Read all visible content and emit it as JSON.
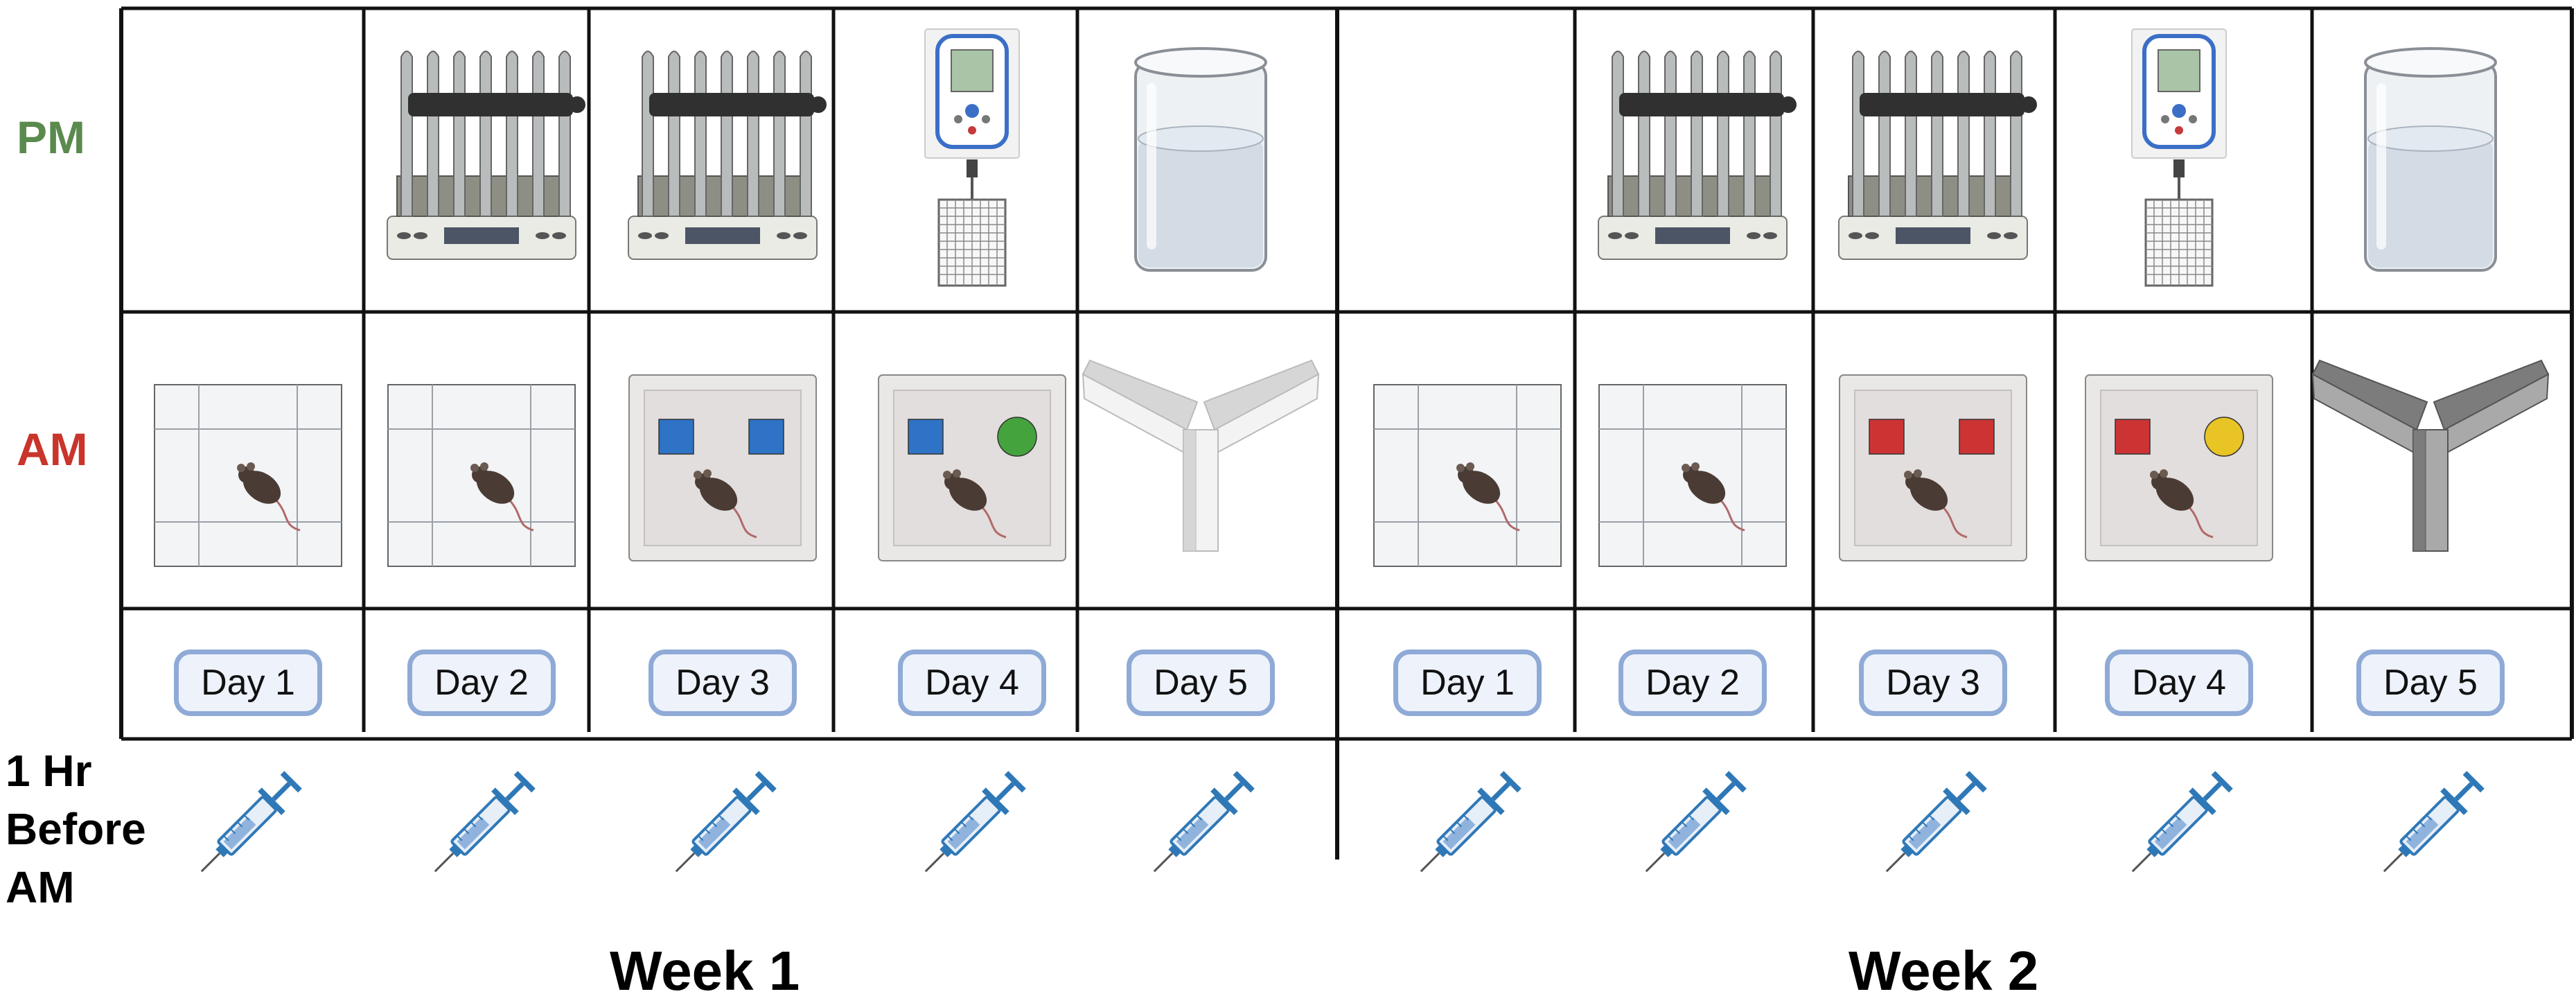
{
  "row_labels": {
    "pm": "PM",
    "am": "AM",
    "injection": [
      "1 Hr",
      "Before",
      "AM"
    ]
  },
  "colors": {
    "pm_label": "#5a8a4e",
    "am_label": "#c9342b",
    "badge_border": "#8faad6",
    "badge_fill": "#edf2fb",
    "syringe": "#2f78b7"
  },
  "weeks": [
    {
      "label": "Week 1",
      "days": [
        {
          "day": "Day 1",
          "pm": "none",
          "am": "open-field"
        },
        {
          "day": "Day 2",
          "pm": "rotarod",
          "am": "open-field"
        },
        {
          "day": "Day 3",
          "pm": "rotarod",
          "am": "object-arena-two-squares",
          "object_colors": [
            "#2e73c5",
            "#2e73c5"
          ]
        },
        {
          "day": "Day 4",
          "pm": "hot-plate-device",
          "am": "object-arena-square-circle",
          "object_colors": [
            "#2e73c5",
            "#44a33c"
          ]
        },
        {
          "day": "Day 5",
          "pm": "water-beaker",
          "am": "y-maze"
        }
      ]
    },
    {
      "label": "Week 2",
      "days": [
        {
          "day": "Day 1",
          "pm": "none",
          "am": "open-field"
        },
        {
          "day": "Day 2",
          "pm": "rotarod",
          "am": "open-field"
        },
        {
          "day": "Day 3",
          "pm": "rotarod",
          "am": "object-arena-two-squares",
          "object_colors": [
            "#cc3434",
            "#cc3434"
          ]
        },
        {
          "day": "Day 4",
          "pm": "hot-plate-device",
          "am": "object-arena-square-circle",
          "object_colors": [
            "#cc3434",
            "#e8c424"
          ]
        },
        {
          "day": "Day 5",
          "pm": "water-beaker",
          "am": "y-maze"
        }
      ]
    }
  ]
}
